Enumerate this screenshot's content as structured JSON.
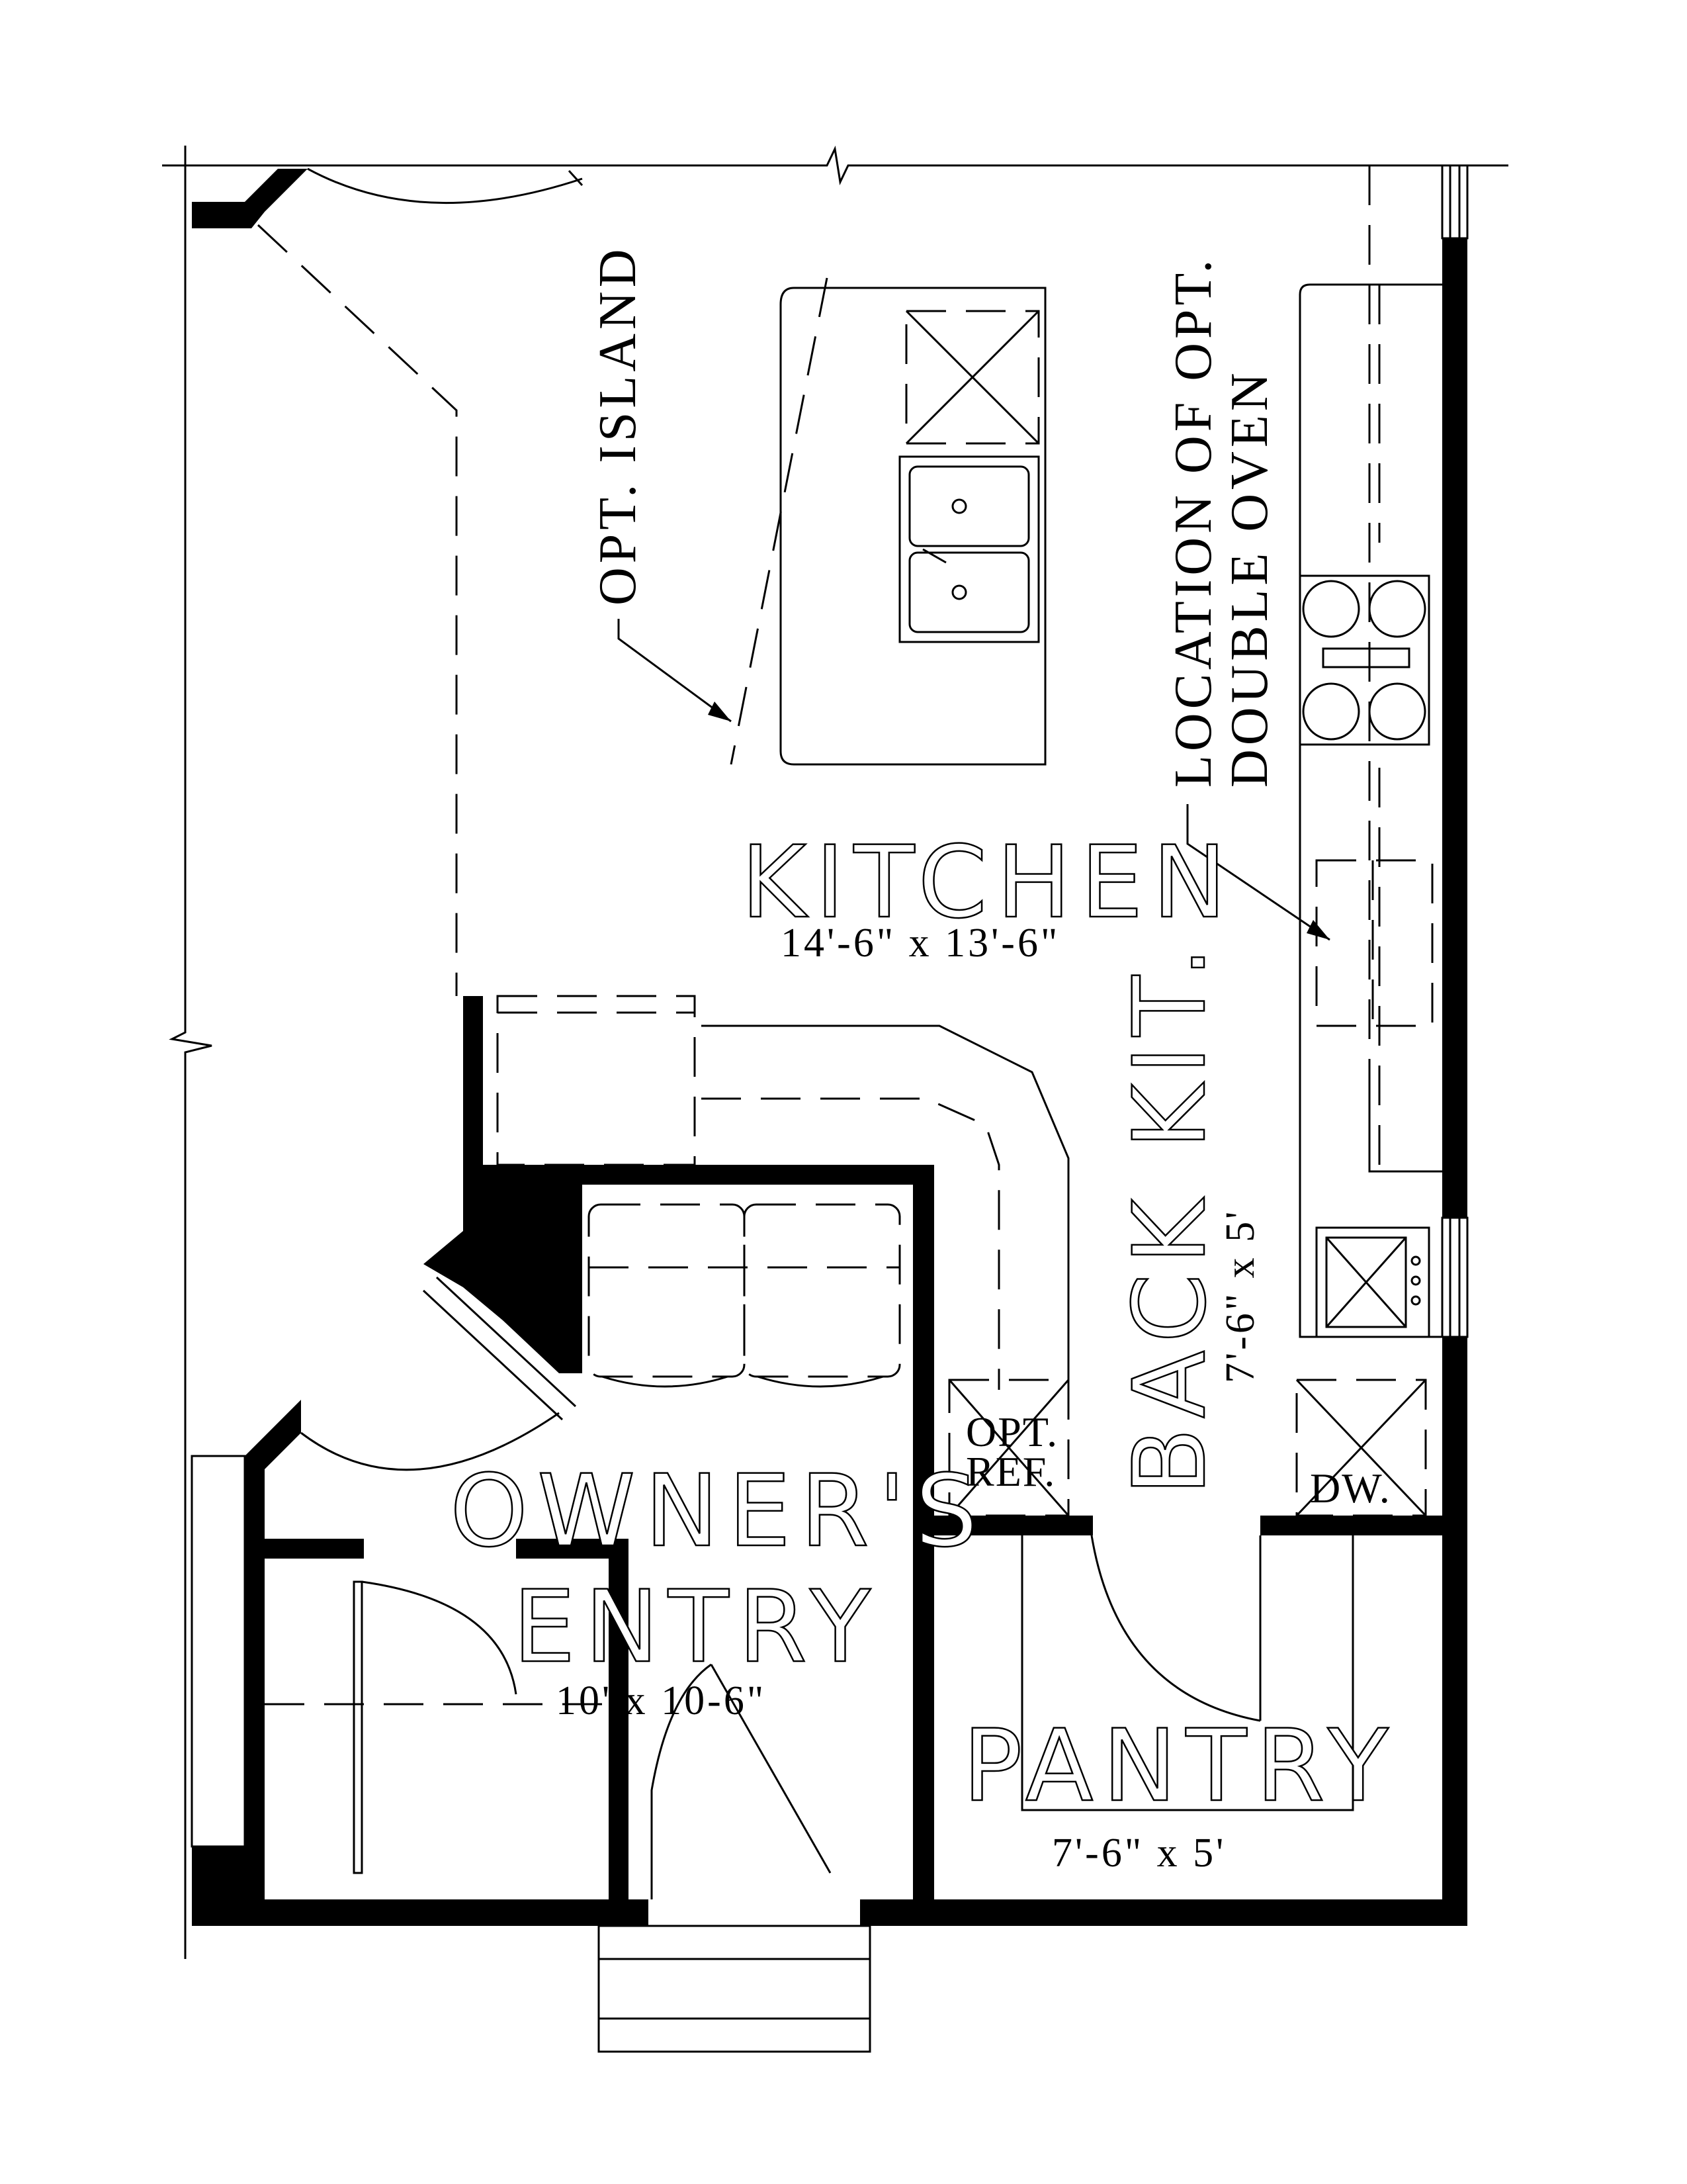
{
  "labels": {
    "kitchen": {
      "name": "KITCHEN",
      "dims": "14'-6\" x 13'-6\""
    },
    "back_kitchen": {
      "name": "BACK KIT.",
      "dims": "7'-6\" x 5'"
    },
    "owners_entry": {
      "name_line1": "OWNER'S",
      "name_line2": "ENTRY",
      "dims": "10' x 10-6\""
    },
    "pantry": {
      "name": "PANTRY",
      "dims": "7'-6\" x 5'"
    },
    "opt_island": "OPT. ISLAND",
    "double_oven_line1": "LOCATION OF OPT.",
    "double_oven_line2": "DOUBLE OVEN",
    "opt_ref_line1": "OPT.",
    "opt_ref_line2": "REF.",
    "dw": "DW."
  }
}
